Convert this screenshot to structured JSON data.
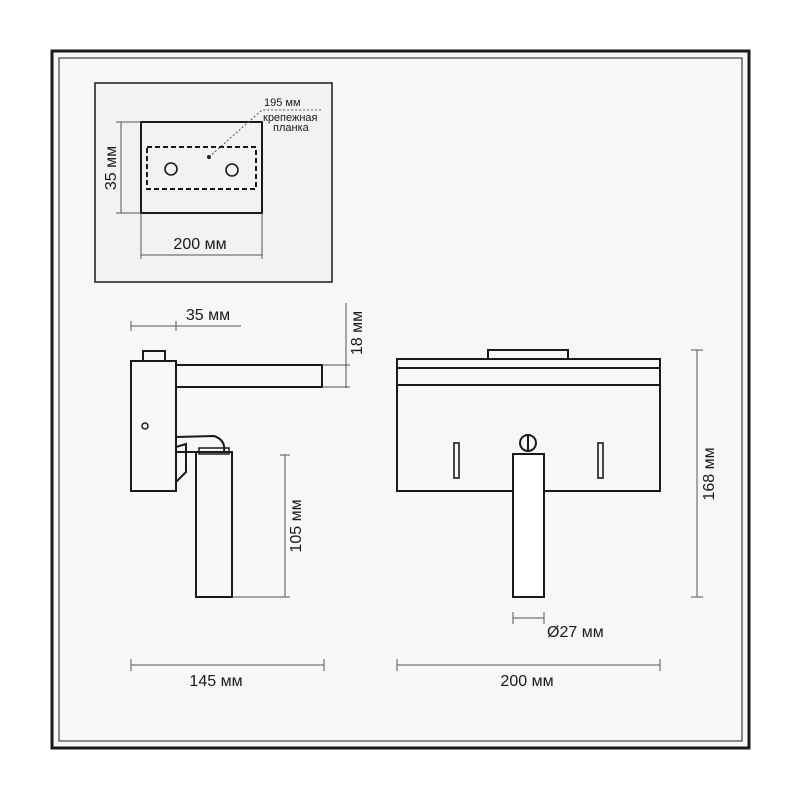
{
  "top_view": {
    "width": "200 мм",
    "height": "35 мм",
    "plate_width": "195 мм",
    "plate_label_line1": "крепежная",
    "plate_label_line2": "планка"
  },
  "side_view": {
    "depth": "35 мм",
    "arm_thickness": "18 мм",
    "shade_length": "105 мм",
    "reach": "145 мм"
  },
  "front_view": {
    "height": "168 мм",
    "diameter": "Ø27 мм",
    "width": "200 мм"
  },
  "colors": {
    "line": "#1a1a1a",
    "inset_bg": "#f2f2f2",
    "page_bg": "#f7f7f7"
  }
}
